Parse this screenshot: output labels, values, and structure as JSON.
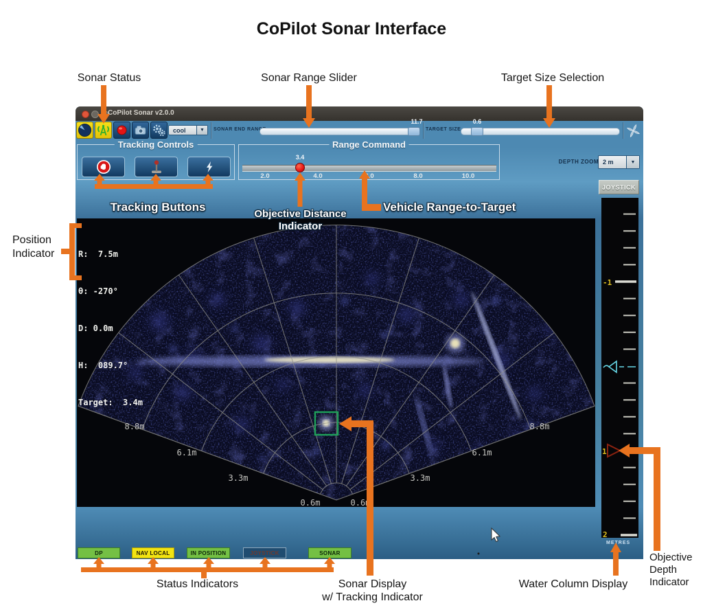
{
  "page": {
    "title": "CoPilot Sonar Interface"
  },
  "annotations": {
    "sonar_status": "Sonar Status",
    "sonar_range_slider": "Sonar Range Slider",
    "target_size_selection": "Target Size Selection",
    "tracking_buttons": "Tracking Buttons",
    "objective_distance": {
      "line1": "Objective Distance",
      "line2": "Indicator"
    },
    "vehicle_range_to_target": "Vehicle Range-to-Target",
    "position_indicator": {
      "line1": "Position",
      "line2": "Indicator"
    },
    "sonar_display": {
      "line1": "Sonar Display",
      "line2": "w/ Tracking Indicator"
    },
    "status_indicators": "Status Indicators",
    "water_column_display": "Water Column Display",
    "objective_depth": {
      "line1": "Objective",
      "line2": "Depth",
      "line3": "Indicator"
    }
  },
  "window": {
    "title": "CoPilot Sonar v2.0.0",
    "toolbar": {
      "palette_value": "cool",
      "sonar_end_range_label": "SONAR END RANGE",
      "sonar_end_range_value": "11.7",
      "target_size_label": "TARGET SIZE",
      "target_size_value": "0.6"
    },
    "tracking_controls": {
      "title": "Tracking Controls"
    },
    "range_command": {
      "title": "Range Command",
      "objective_distance_value": "3.4",
      "ticks": [
        "2.0",
        "4.0",
        "6.0",
        "8.0",
        "10.0"
      ]
    },
    "depth_zoom": {
      "label": "DEPTH ZOOM",
      "value": "2 m"
    },
    "joystick_panel_button": "JOYSTICK",
    "position_readout": {
      "lines": [
        "R:  7.5m",
        "θ: -270°",
        "D: 0.0m",
        "H:  089.7°",
        "Target:  3.4m"
      ]
    },
    "sonar_display": {
      "range_labels_left": [
        "8.8m",
        "6.1m",
        "3.3m",
        "0.6m"
      ],
      "range_labels_right": [
        "8.8m",
        "6.1m",
        "3.3m",
        "0.6m"
      ]
    },
    "water_column": {
      "depth_labels": [
        "-1",
        "1",
        "2"
      ],
      "units_label": "METRES"
    },
    "status_bar": [
      {
        "label": "DP",
        "state": "active-green"
      },
      {
        "label": "NAV LOCAL",
        "state": "active-yellow"
      },
      {
        "label": "IN POSITION",
        "state": "active-green"
      },
      {
        "label": "JOYSTICK",
        "state": "inactive"
      },
      {
        "label": "SONAR",
        "state": "active-green"
      }
    ]
  },
  "colors": {
    "annotation_orange": "#e8731f",
    "status_green": "#74c044",
    "status_yellow": "#f2e412",
    "window_blue": "#4d89b2",
    "tracking_box_green": "#1fa05a",
    "depth_label_yellow": "#e0c020",
    "surface_marker_cyan": "#66d9e8",
    "objective_triangle_red": "#8b2210"
  }
}
